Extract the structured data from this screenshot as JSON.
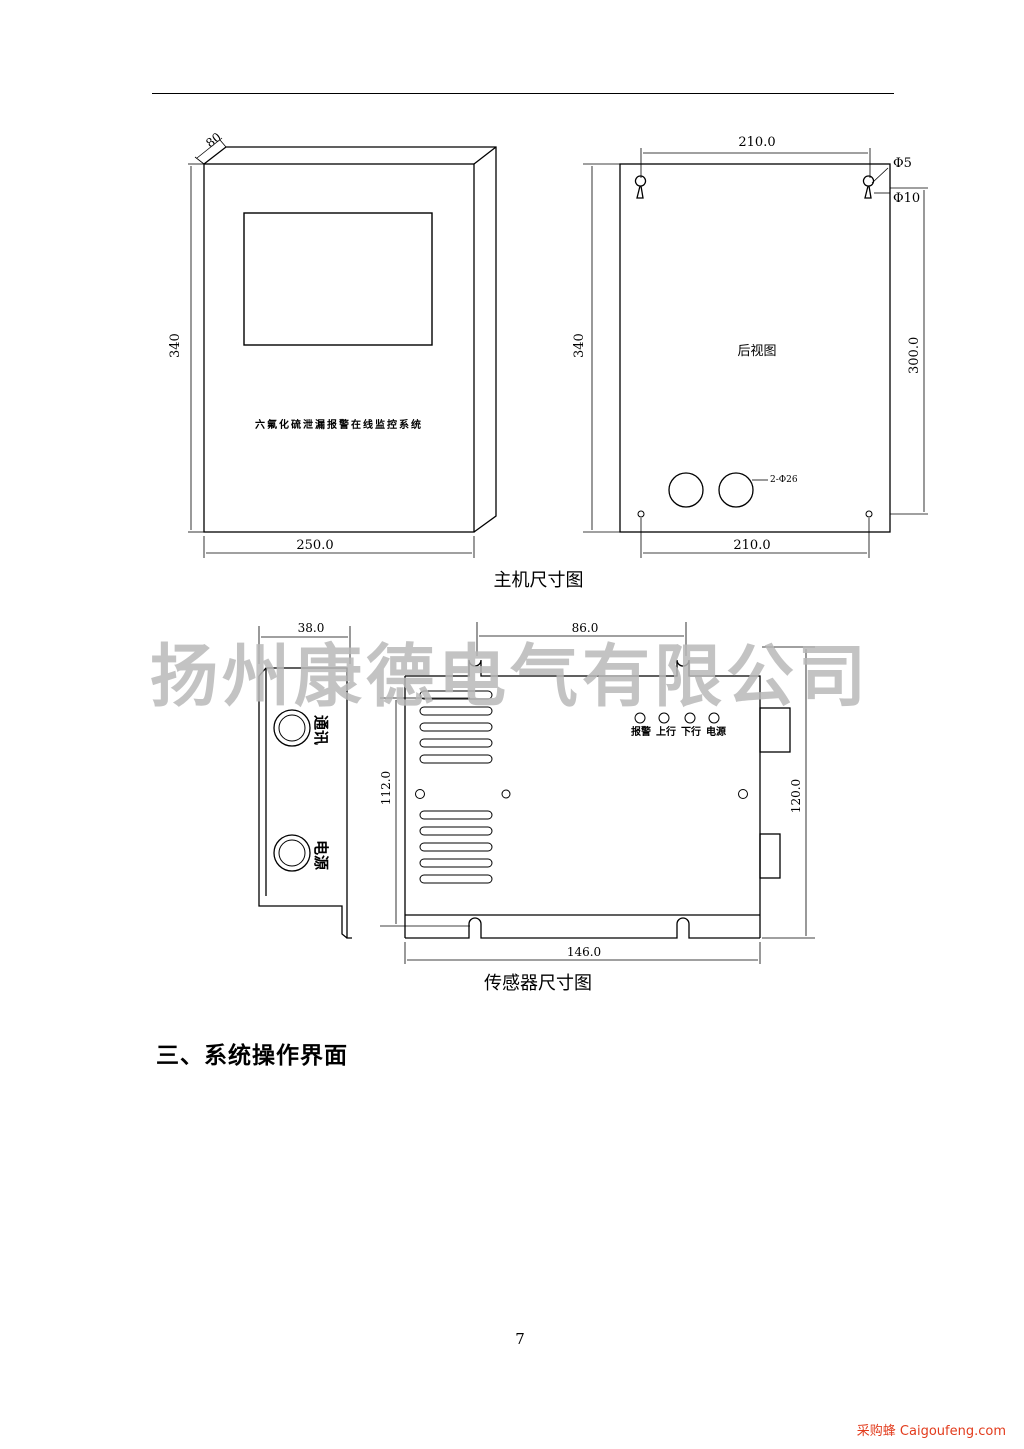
{
  "host_drawing": {
    "front": {
      "depth_label": "80",
      "height_label": "340",
      "width_label": "250.0",
      "panel_title": "六氟化硫泄漏报警在线监控系统"
    },
    "rear": {
      "top_width_label": "210.0",
      "hole_small_label": "Φ5",
      "hole_large_label": "Φ10",
      "height_label": "340",
      "inner_height_label": "300.0",
      "center_label": "后视图",
      "cable_hole_label": "2-Φ26",
      "bottom_width_label": "210.0"
    },
    "caption": "主机尺寸图"
  },
  "watermark": "扬州康德电气有限公司",
  "sensor_drawing": {
    "side": {
      "width_label": "38.0",
      "port_top_label": "通讯",
      "port_bottom_label": "电源"
    },
    "front": {
      "top_width_label": "86.0",
      "height_label": "112.0",
      "outer_height_label": "120.0",
      "bottom_width_label": "146.0",
      "indicator_labels": [
        "报警",
        "上行",
        "下行",
        "电源"
      ]
    },
    "caption": "传感器尺寸图"
  },
  "section_heading": "三、系统操作界面",
  "page_number": "7",
  "footer": "采购蜂 Caigoufeng.com"
}
